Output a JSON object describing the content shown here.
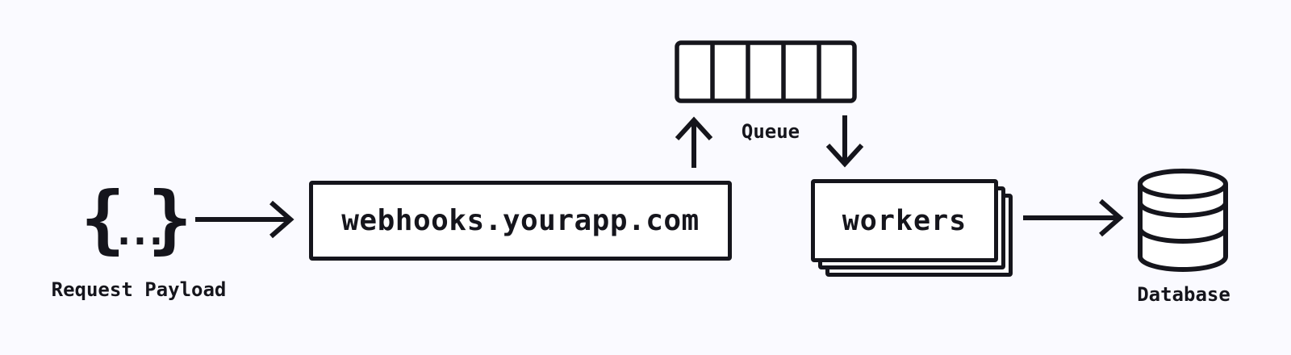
{
  "colors": {
    "background": "#fafaff",
    "ink": "#15151c",
    "surface": "#ffffff"
  },
  "nodes": {
    "request_payload": {
      "icon": "json-braces-icon",
      "glyph_open": "{",
      "glyph_dots": "...",
      "glyph_close": "}",
      "label": "Request Payload"
    },
    "webhooks": {
      "label": "webhooks.yourapp.com"
    },
    "queue": {
      "label": "Queue",
      "slots": 5
    },
    "workers": {
      "label": "workers",
      "stack_count": 3
    },
    "database": {
      "icon": "database-cylinder-icon",
      "label": "Database"
    }
  },
  "edges": [
    {
      "from": "request_payload",
      "to": "webhooks",
      "direction": "right"
    },
    {
      "from": "webhooks",
      "to": "queue",
      "direction": "up"
    },
    {
      "from": "queue",
      "to": "workers",
      "direction": "down"
    },
    {
      "from": "workers",
      "to": "database",
      "direction": "right"
    }
  ]
}
